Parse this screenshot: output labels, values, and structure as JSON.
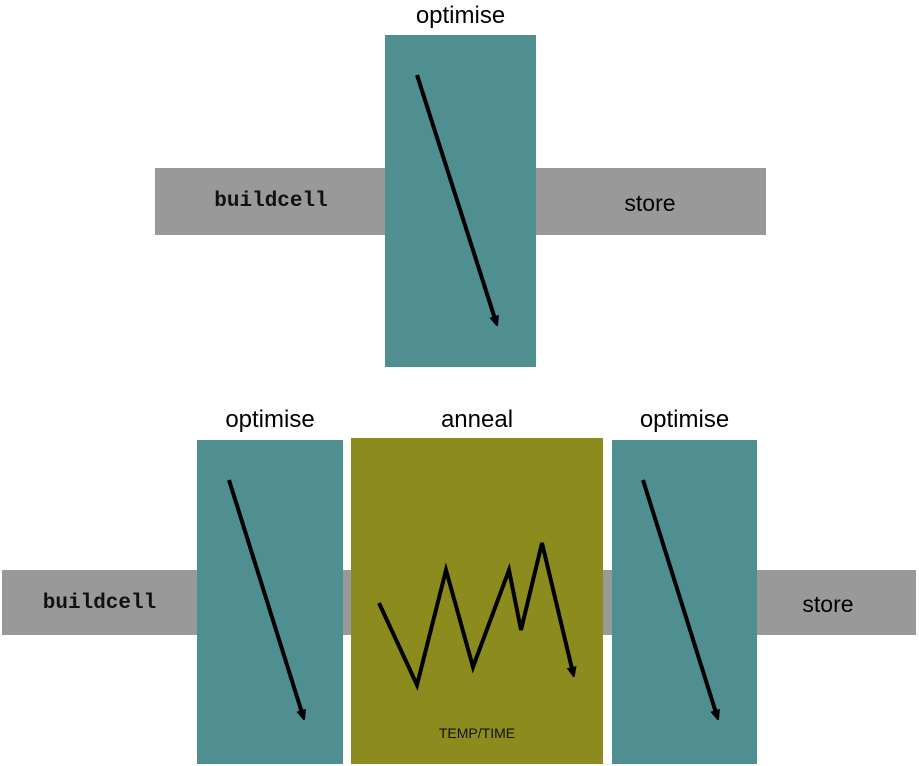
{
  "top": {
    "input_label": "buildcell",
    "stage_label": "optimise",
    "output_label": "store"
  },
  "bottom": {
    "input_label": "buildcell",
    "stage1_label": "optimise",
    "stage2_label": "anneal",
    "stage2_caption": "TEMP/TIME",
    "stage3_label": "optimise",
    "output_label": "store"
  },
  "colors": {
    "pipe": "#999999",
    "optimise_box": "#508f8f",
    "anneal_box": "#8c8c1e",
    "arrow": "#000000"
  }
}
